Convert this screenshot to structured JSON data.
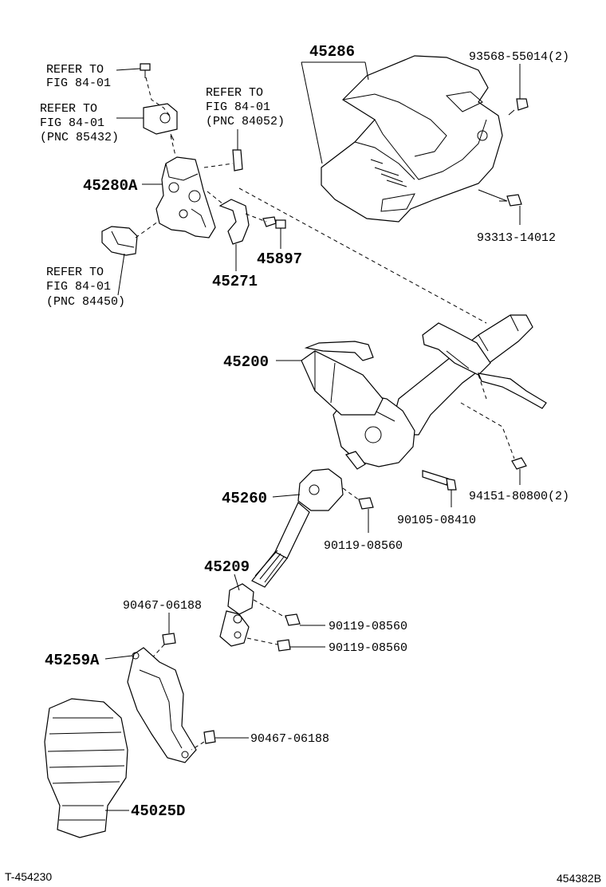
{
  "labels": {
    "refer_fig_1": "REFER TO",
    "refer_fig_1b": "FIG 84-01",
    "refer_85432_a": "REFER TO",
    "refer_85432_b": "FIG 84-01",
    "refer_85432_c": "(PNC 85432)",
    "refer_84052_a": "REFER TO",
    "refer_84052_b": "FIG 84-01",
    "refer_84052_c": "(PNC 84052)",
    "refer_84450_a": "REFER TO",
    "refer_84450_b": "FIG 84-01",
    "refer_84450_c": "(PNC 84450)"
  },
  "parts": {
    "p45286": "45286",
    "p93568": "93568-55014(2)",
    "p93313": "93313-14012",
    "p45280A": "45280A",
    "p45897": "45897",
    "p45271": "45271",
    "p45200": "45200",
    "p94151": "94151-80800(2)",
    "p90105": "90105-08410",
    "p45260": "45260",
    "p90119a": "90119-08560",
    "p45209": "45209",
    "p90467a": "90467-06188",
    "p90119b": "90119-08560",
    "p90119c": "90119-08560",
    "p45259A": "45259A",
    "p90467b": "90467-06188",
    "p45025D": "45025D"
  },
  "footer": {
    "left_code": "T-454230",
    "right_code": "454382B"
  }
}
